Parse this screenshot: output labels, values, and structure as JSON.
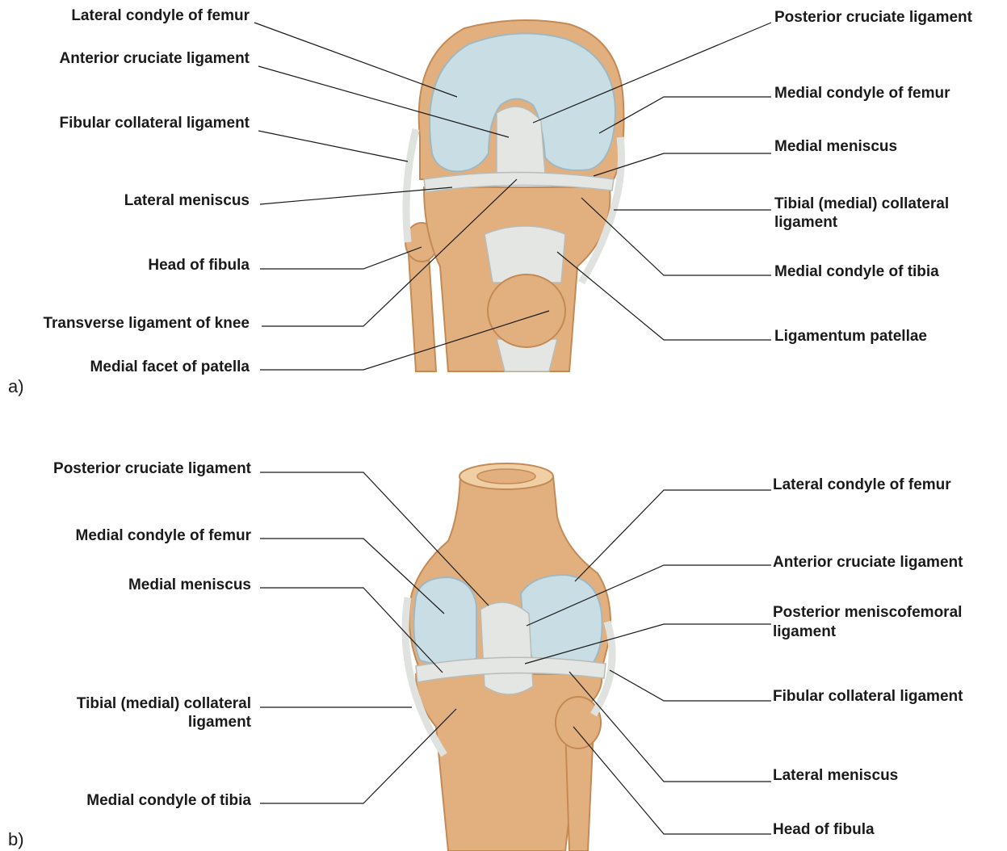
{
  "panel_a": {
    "tag": "a)",
    "left_labels": {
      "lateral_condyle_of_femur": "Lateral condyle of femur",
      "anterior_cruciate_ligament": "Anterior cruciate ligament",
      "fibular_collateral_ligament": "Fibular collateral ligament",
      "lateral_meniscus": "Lateral meniscus",
      "head_of_fibula": "Head of fibula",
      "transverse_ligament_of_knee": "Transverse ligament of knee",
      "medial_facet_of_patella": "Medial facet of patella"
    },
    "right_labels": {
      "posterior_cruciate_ligament": "Posterior cruciate ligament",
      "medial_condyle_of_femur": "Medial condyle of femur",
      "medial_meniscus": "Medial meniscus",
      "tibial_collateral_ligament_1": "Tibial (medial) collateral",
      "tibial_collateral_ligament_2": "ligament",
      "medial_condyle_of_tibia": "Medial condyle of tibia",
      "ligamentum_patellae": "Ligamentum patellae"
    }
  },
  "panel_b": {
    "tag": "b)",
    "left_labels": {
      "posterior_cruciate_ligament": "Posterior cruciate ligament",
      "medial_condyle_of_femur": "Medial condyle of femur",
      "medial_meniscus": "Medial meniscus",
      "tibial_collateral_ligament_1": "Tibial (medial) collateral",
      "tibial_collateral_ligament_2": "ligament",
      "medial_condyle_of_tibia": "Medial condyle of tibia"
    },
    "right_labels": {
      "lateral_condyle_of_femur": "Lateral condyle of femur",
      "anterior_cruciate_ligament": "Anterior cruciate ligament",
      "posterior_meniscofemoral_ligament_1": "Posterior meniscofemoral",
      "posterior_meniscofemoral_ligament_2": "ligament",
      "fibular_collateral_ligament": "Fibular collateral ligament",
      "lateral_meniscus": "Lateral meniscus",
      "head_of_fibula": "Head of fibula"
    }
  },
  "colors": {
    "bone": "#e2b07e",
    "bone_dark": "#c48a55",
    "cartilage": "#c9dde4",
    "cartilage_edge": "#9fb8c2",
    "ligament": "#e4e6e4",
    "leader_line": "#1a1a1a"
  }
}
